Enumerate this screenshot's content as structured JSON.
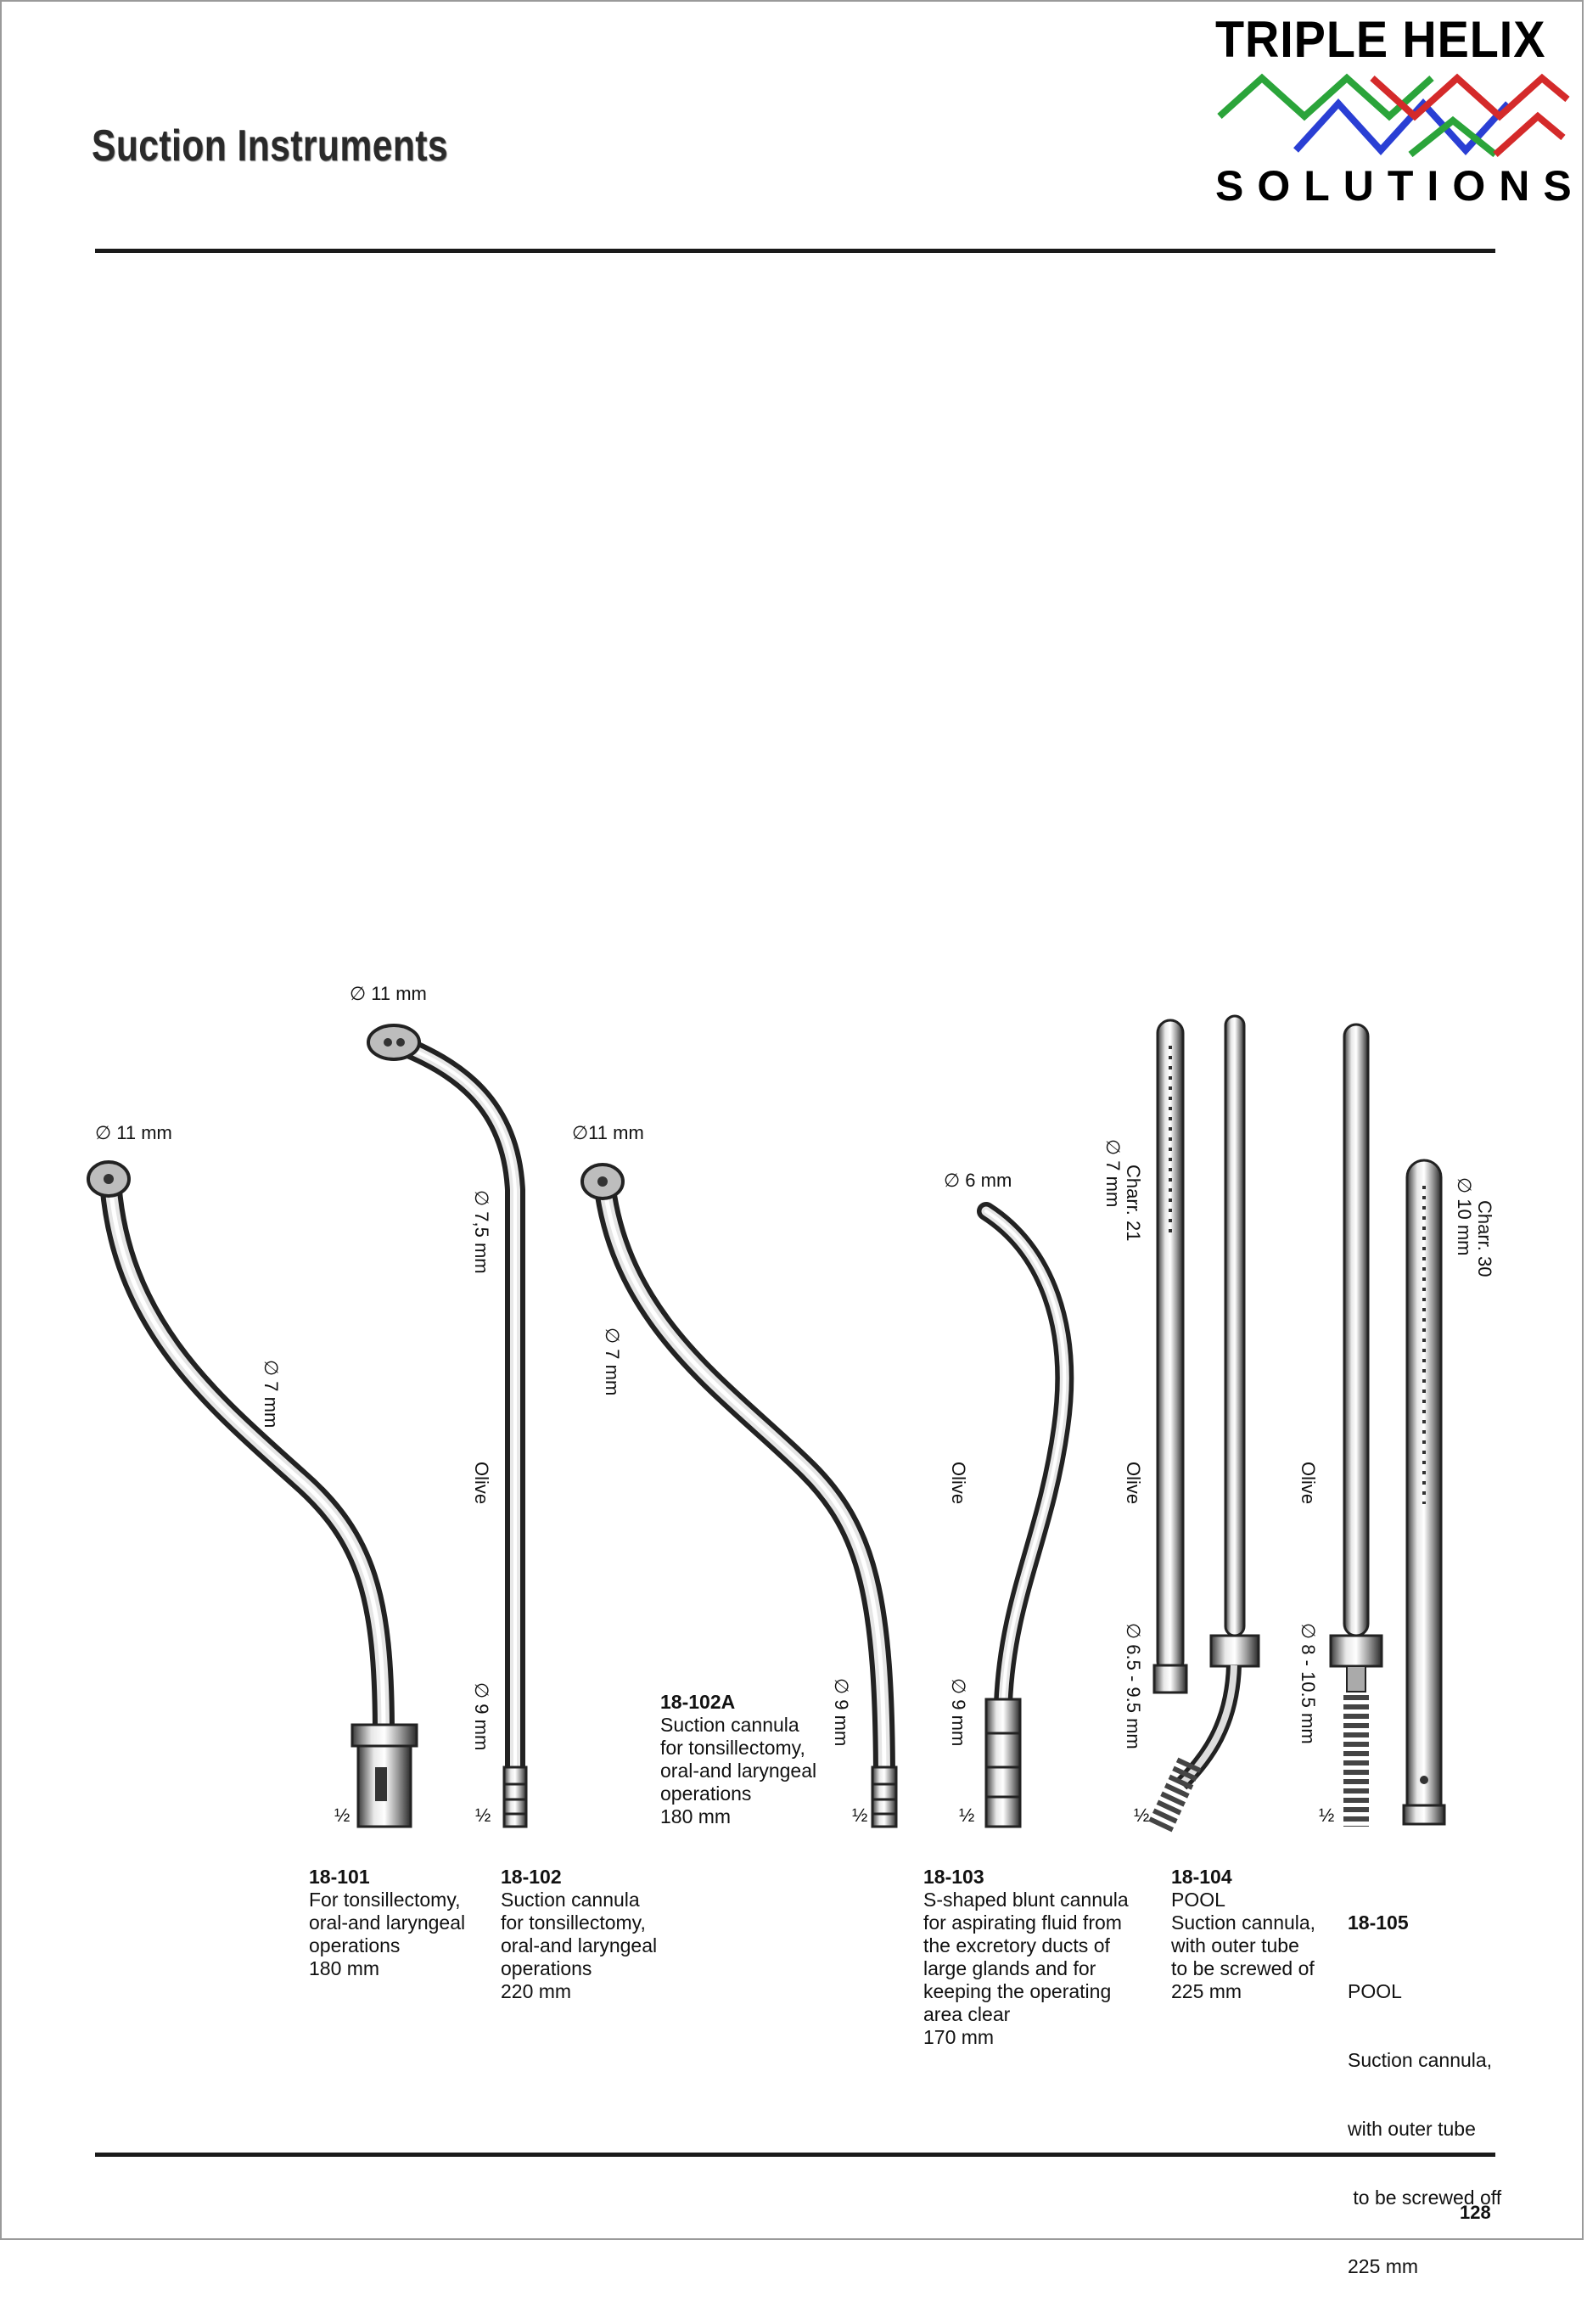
{
  "page_title": "Suction Instruments",
  "logo": {
    "top": "TRIPLE HELIX",
    "bottom": "SOLUTIONS",
    "colors": [
      "#2ba43a",
      "#d42a2a",
      "#2a3fd4"
    ]
  },
  "page_number": "128",
  "dims": {
    "d1_tip": "∅ 11 mm",
    "d1_shaft": "∅ 7 mm",
    "d2_tip": "∅ 11 mm",
    "d2_shaft": "∅ 7,5 mm",
    "d2_olive": "Olive",
    "d2_base": "∅ 9 mm",
    "d2a_tip": "∅11 mm",
    "d2a_shaft": "∅ 7 mm",
    "d2a_base": "∅ 9 mm",
    "d3_tip": "∅ 6 mm",
    "d3_olive": "Olive",
    "d3_base": "∅ 9 mm",
    "d4_charr": "Charr. 21",
    "d4_size": "∅ 7 mm",
    "d4_olive": "Olive",
    "d4_base": "∅ 6.5 - 9.5 mm",
    "d5_charr": "Charr. 30",
    "d5_size": "∅ 10 mm",
    "d5_olive": "Olive",
    "d5_base": "∅ 8 - 10.5 mm",
    "half": "½"
  },
  "products": [
    {
      "code": "18-101",
      "lines": [
        "For tonsillectomy,",
        "oral-and laryngeal",
        "operations",
        "180 mm"
      ]
    },
    {
      "code": "18-102",
      "lines": [
        "Suction cannula",
        "for tonsillectomy,",
        "oral-and laryngeal",
        "operations",
        "220 mm"
      ]
    },
    {
      "code": "18-102A",
      "lines": [
        "Suction cannula",
        "for tonsillectomy,",
        "oral-and laryngeal",
        "operations",
        "180 mm"
      ]
    },
    {
      "code": "18-103",
      "lines": [
        "S-shaped blunt cannula",
        "for aspirating fluid from",
        "the excretory ducts of",
        "large glands and for",
        "keeping the operating",
        "area clear",
        "170 mm"
      ]
    },
    {
      "code": "18-104",
      "lines": [
        "POOL",
        "Suction cannula,",
        "with outer tube",
        "to be screwed of",
        "225 mm"
      ]
    },
    {
      "code": "18-105",
      "lines": [
        "POOL",
        "Suction cannula,",
        "with outer tube",
        " to be screwed off",
        "225 mm"
      ]
    }
  ]
}
